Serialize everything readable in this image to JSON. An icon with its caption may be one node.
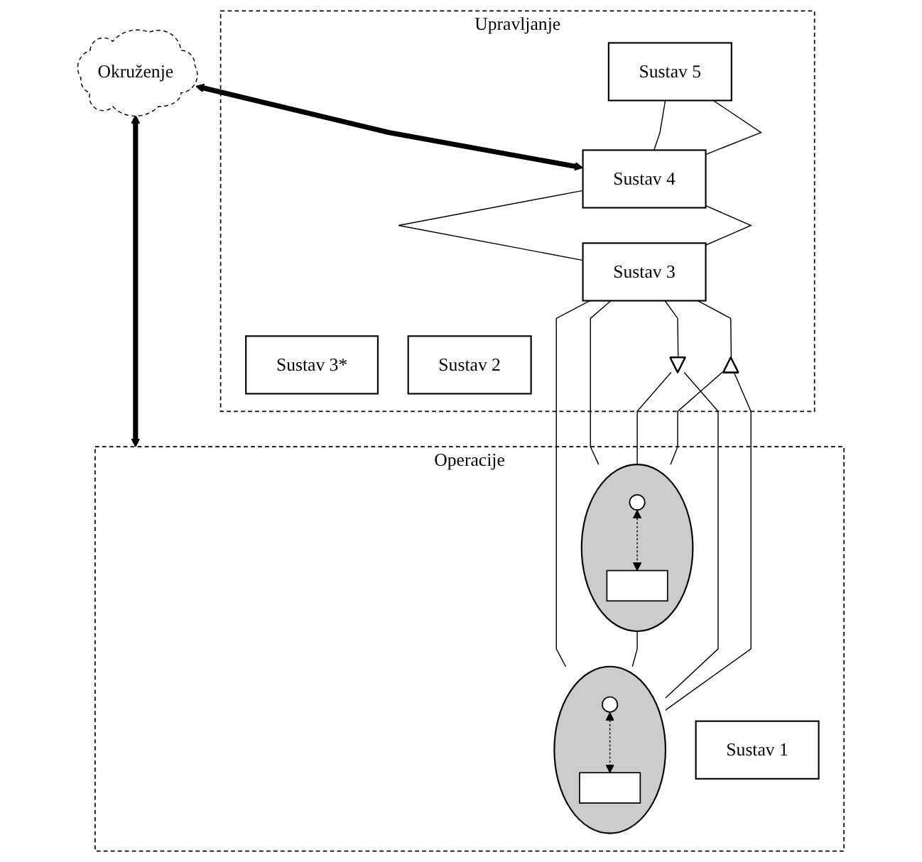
{
  "diagram": {
    "nodes": [
      {
        "text": [
          "Okruženje"
        ]
      },
      {
        "text": [
          "Upravljanje"
        ]
      },
      {
        "text": [
          "Sustav 5"
        ],
        "in": 1
      },
      {
        "text": [
          "Sustav 4"
        ],
        "in": 1
      },
      {
        "text": [
          "Sustav 3*"
        ],
        "in": 1
      },
      {
        "text": [
          "Sustav 3"
        ],
        "in": 1
      },
      {
        "text": [
          "Sustav 2"
        ],
        "in": 1
      },
      {
        "text": [],
        "shape": "triangle",
        "in": 1
      },
      {
        "text": [],
        "shape": "triangle",
        "in": 1
      },
      {
        "text": [
          "Operacije"
        ]
      },
      {
        "text": [],
        "shape": "ellipse",
        "in": 9
      },
      {
        "text": [],
        "shape": "circle",
        "in": 10
      },
      {
        "text": [],
        "shape": "box",
        "in": 10
      },
      {
        "text": [],
        "shape": "ellipse",
        "in": 9
      },
      {
        "text": [],
        "shape": "circle",
        "in": 13
      },
      {
        "text": [],
        "shape": "box",
        "in": 13
      },
      {
        "text": [
          "Sustav 1"
        ],
        "in": 9
      }
    ],
    "edges": [
      {
        "from": 0,
        "to": 3,
        "arrow": "both",
        "style": "thick"
      },
      {
        "from": 0,
        "to": 9,
        "arrow": "both",
        "style": "thick"
      },
      {
        "from": 2,
        "to": 3,
        "arrow": "none"
      },
      {
        "from": 2,
        "to": 3,
        "arrow": "none"
      },
      {
        "from": 3,
        "to": 5,
        "arrow": "none"
      },
      {
        "from": 3,
        "to": 5,
        "arrow": "none"
      },
      {
        "from": 5,
        "to": 7,
        "arrow": "none"
      },
      {
        "from": 5,
        "to": 8,
        "arrow": "none"
      },
      {
        "from": 5,
        "to": 10,
        "arrow": "none"
      },
      {
        "from": 5,
        "to": 13,
        "arrow": "none"
      },
      {
        "from": 10,
        "to": 13,
        "arrow": "none"
      },
      {
        "from": 7,
        "to": 10,
        "arrow": "none"
      },
      {
        "from": 7,
        "to": 13,
        "arrow": "none"
      },
      {
        "from": 8,
        "to": 10,
        "arrow": "none"
      },
      {
        "from": 8,
        "to": 13,
        "arrow": "none"
      },
      {
        "from": 11,
        "to": 12,
        "arrow": "both",
        "style": "dashed"
      },
      {
        "from": 14,
        "to": 15,
        "arrow": "both",
        "style": "dashed"
      }
    ]
  }
}
